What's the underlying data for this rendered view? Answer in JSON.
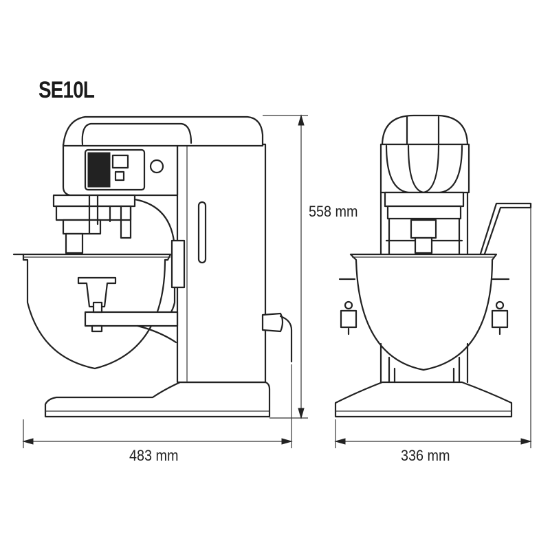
{
  "diagram": {
    "model": "SE10L",
    "dimensions": {
      "height": "558 mm",
      "width": "483 mm",
      "depth": "336 mm"
    },
    "views": [
      "side-view",
      "front-view"
    ],
    "line_color": "#222222",
    "background": "#ffffff"
  }
}
